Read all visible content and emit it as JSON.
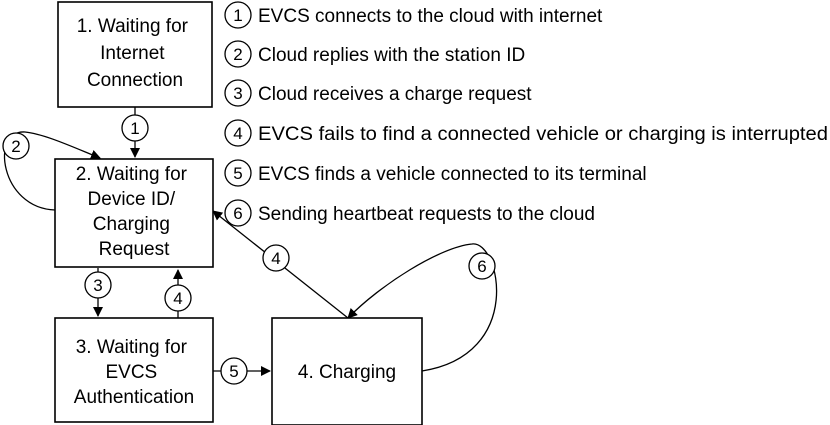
{
  "states": [
    {
      "id": "s1",
      "lines": [
        "1. Waiting for",
        "Internet",
        "Connection"
      ]
    },
    {
      "id": "s2",
      "lines": [
        "2. Waiting for",
        "Device ID/",
        "Charging",
        "Request"
      ]
    },
    {
      "id": "s3",
      "lines": [
        "3. Waiting for",
        "EVCS",
        "Authentication"
      ]
    },
    {
      "id": "s4",
      "lines": [
        "4. Charging"
      ]
    }
  ],
  "legend": [
    {
      "num": "1",
      "text": "EVCS connects to the cloud with internet"
    },
    {
      "num": "2",
      "text": "Cloud replies with the station ID"
    },
    {
      "num": "3",
      "text": "Cloud receives a charge request"
    },
    {
      "num": "4",
      "text": "EVCS fails to find a connected vehicle or charging is interrupted"
    },
    {
      "num": "5",
      "text": "EVCS finds a vehicle connected to its terminal"
    },
    {
      "num": "6",
      "text": "Sending heartbeat requests to the cloud"
    }
  ],
  "transitions": [
    {
      "id": "t1",
      "from": "s1",
      "to": "s2",
      "label": "1"
    },
    {
      "id": "t2",
      "from": "s2",
      "to": "s2",
      "label": "2"
    },
    {
      "id": "t3",
      "from": "s2",
      "to": "s3",
      "label": "3"
    },
    {
      "id": "t4a",
      "from": "s3",
      "to": "s2",
      "label": "4"
    },
    {
      "id": "t4b",
      "from": "s4",
      "to": "s2",
      "label": "4"
    },
    {
      "id": "t5",
      "from": "s3",
      "to": "s4",
      "label": "5"
    },
    {
      "id": "t6",
      "from": "s4",
      "to": "s4",
      "label": "6"
    }
  ]
}
